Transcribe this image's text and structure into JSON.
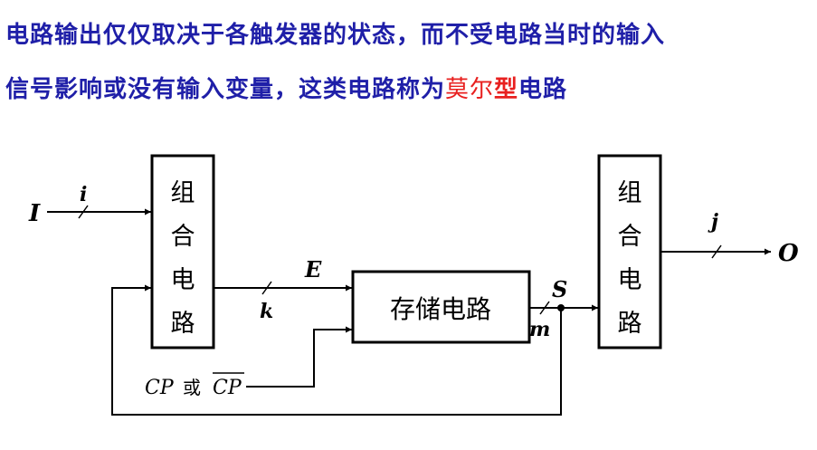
{
  "heading": {
    "line1": "电路输出仅仅取决于各触发器的状态，而不受电路当时的输入",
    "line2_prefix": "信号影响或没有输入变量，这类电路称为",
    "line2_highlight_a": "莫尔",
    "line2_highlight_b": "型",
    "line2_suffix": "电路",
    "color": "#1f1fa8",
    "highlight_color": "#e8201f"
  },
  "diagram": {
    "input_label": "I",
    "input_bus": "i",
    "block_left_label": [
      "组",
      "合",
      "电",
      "路"
    ],
    "excitation_label": "E",
    "excitation_bus": "k",
    "memory_label": "存储电路",
    "state_label": "S",
    "state_bus": "m",
    "clock_label": "CP",
    "clock_or": "或",
    "clock_bar_label": "CP",
    "block_right_label": [
      "组",
      "合",
      "电",
      "路"
    ],
    "output_bus": "j",
    "output_label": "O"
  }
}
